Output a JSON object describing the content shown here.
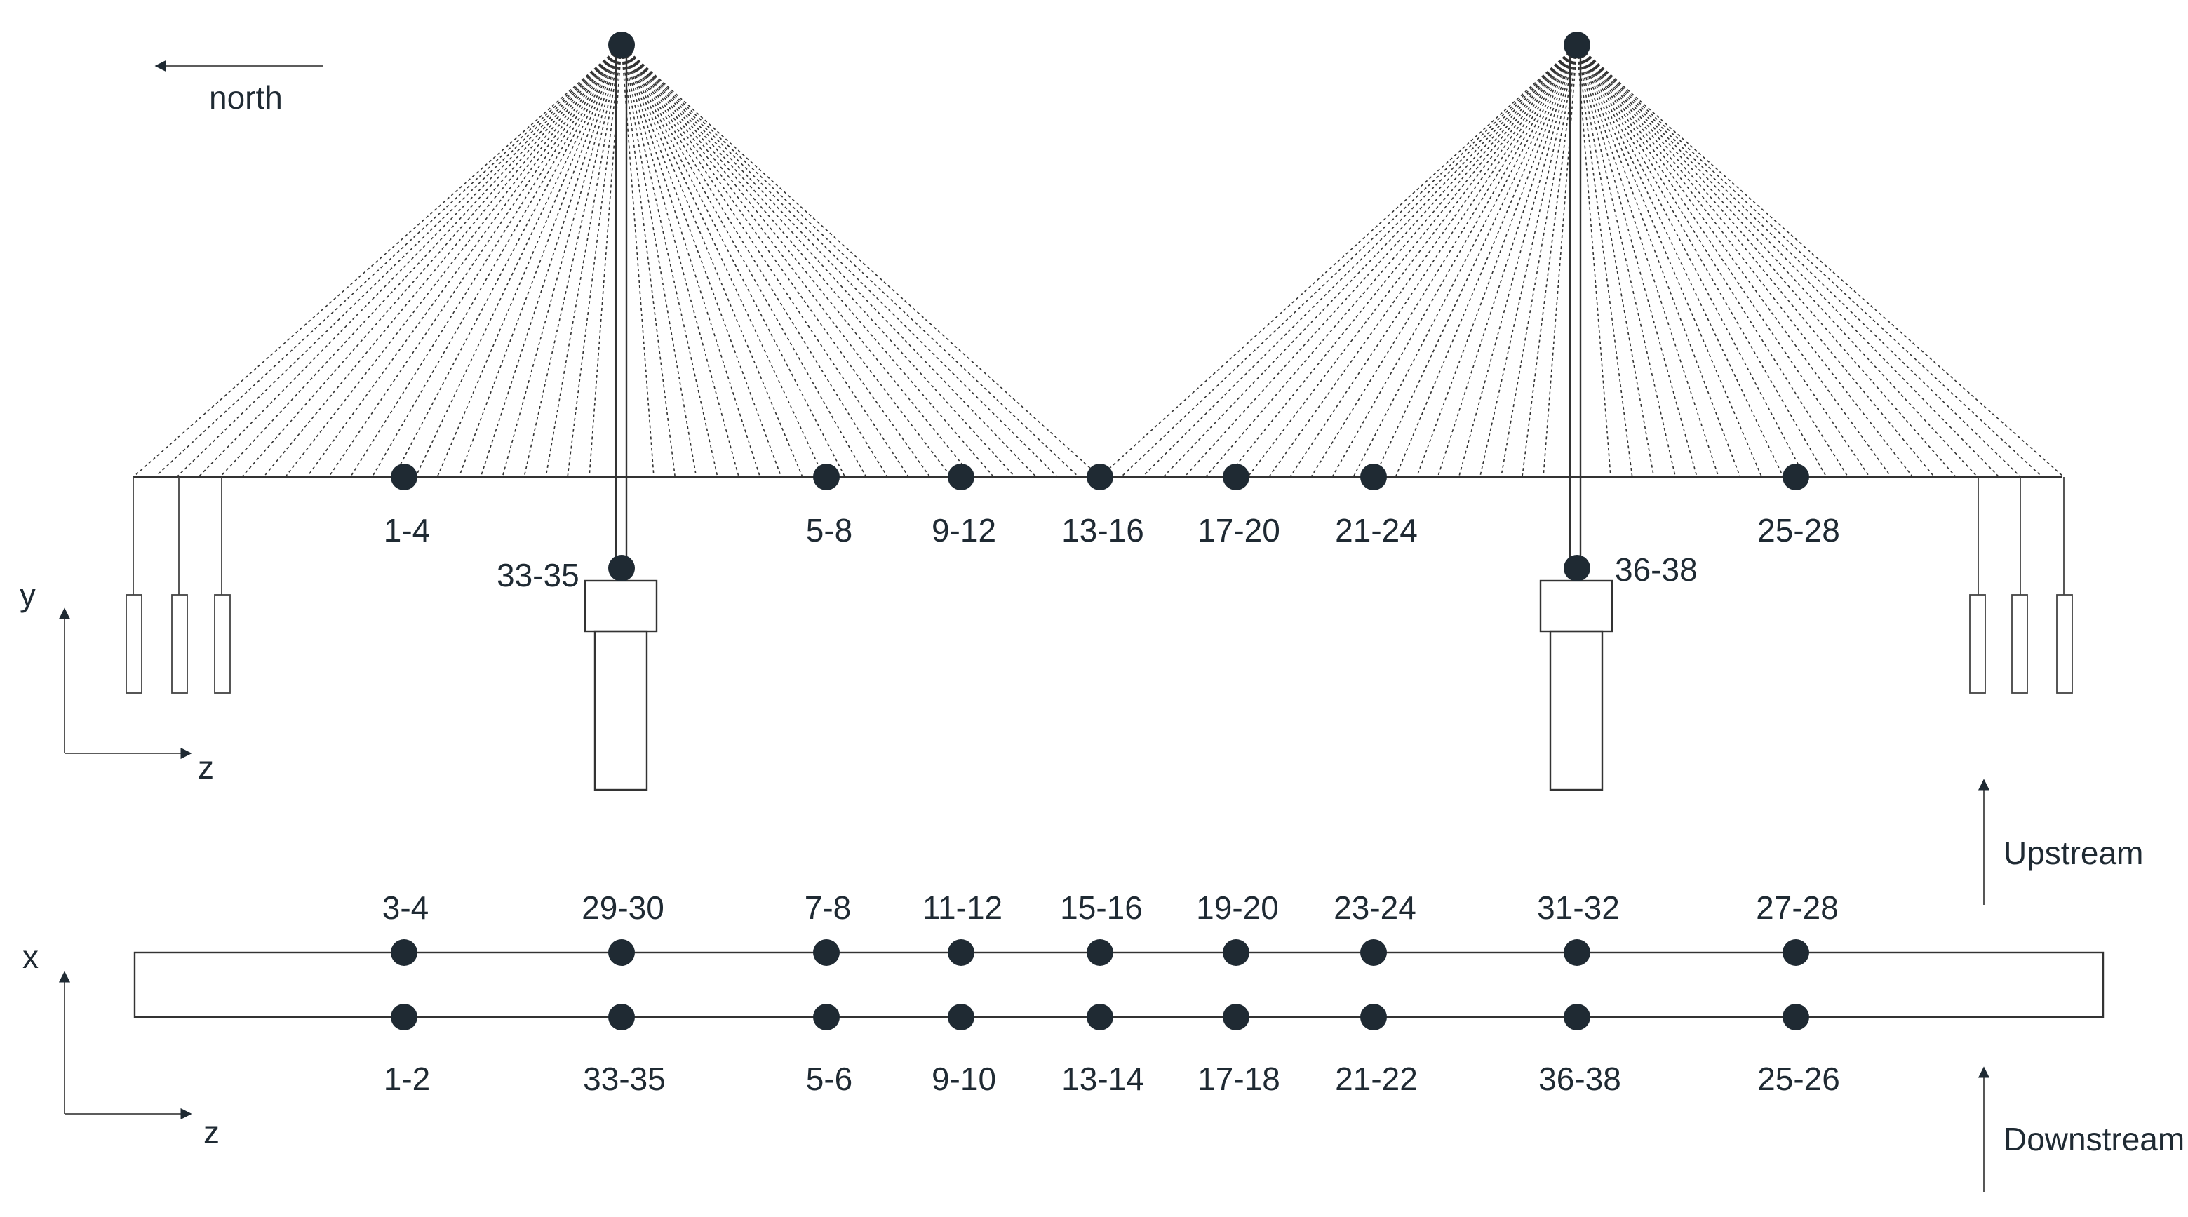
{
  "direction_labels": {
    "north": "north",
    "upstream": "Upstream",
    "downstream": "Downstream"
  },
  "axes": {
    "elevation": {
      "vertical": "y",
      "horizontal": "z"
    },
    "plan": {
      "vertical": "x",
      "horizontal": "z"
    }
  },
  "elevation_view": {
    "sensors": [
      {
        "label": "1-4"
      },
      {
        "label": "5-8"
      },
      {
        "label": "9-12"
      },
      {
        "label": "13-16"
      },
      {
        "label": "17-20"
      },
      {
        "label": "21-24"
      },
      {
        "label": "25-28"
      }
    ],
    "tower_sensors": [
      {
        "label": "33-35"
      },
      {
        "label": "36-38"
      }
    ]
  },
  "plan_view": {
    "upstream_sensors": [
      "3-4",
      "29-30",
      "7-8",
      "11-12",
      "15-16",
      "19-20",
      "23-24",
      "31-32",
      "27-28"
    ],
    "downstream_sensors": [
      "1-2",
      "33-35",
      "5-6",
      "9-10",
      "13-14",
      "17-18",
      "21-22",
      "36-38",
      "25-26"
    ]
  },
  "colors": {
    "ink": "#1f2a33",
    "line": "#333333"
  }
}
